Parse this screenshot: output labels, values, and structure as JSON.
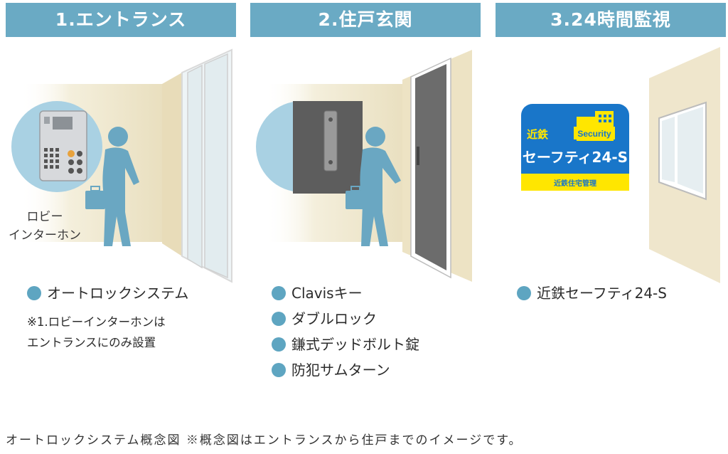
{
  "panels": [
    {
      "header": "1.エントランス",
      "callout_lines": [
        "ロビー",
        "インターホン"
      ],
      "bullets": [
        "オートロックシステム"
      ],
      "note_lines": [
        "※1.ロビーインターホンは",
        "エントランスにのみ設置"
      ]
    },
    {
      "header": "2.住戸玄関",
      "bullets": [
        "Clavisキー",
        "ダブルロック",
        "鎌式デッドボルト錠",
        "防犯サムターン"
      ]
    },
    {
      "header": "3.24時間監視",
      "logo": {
        "brand": "近鉄",
        "badge": "Security",
        "name": "セーフティ24-S",
        "company": "近鉄住宅管理"
      },
      "bullets": [
        "近鉄セーフティ24-S"
      ]
    }
  ],
  "caption": "オートロックシステム概念図 ※概念図はエントランスから住戸までのイメージです。",
  "colors": {
    "header_bg": "#6aaac4",
    "bullet_dot": "#5ea5c1",
    "wall": "#efe6cc",
    "logo_blue": "#1976c9",
    "logo_yellow": "#ffe600",
    "person": "#6aa7c2"
  },
  "icons": [
    "intercom-panel",
    "door-lock",
    "person-with-briefcase",
    "security-logo",
    "window"
  ]
}
